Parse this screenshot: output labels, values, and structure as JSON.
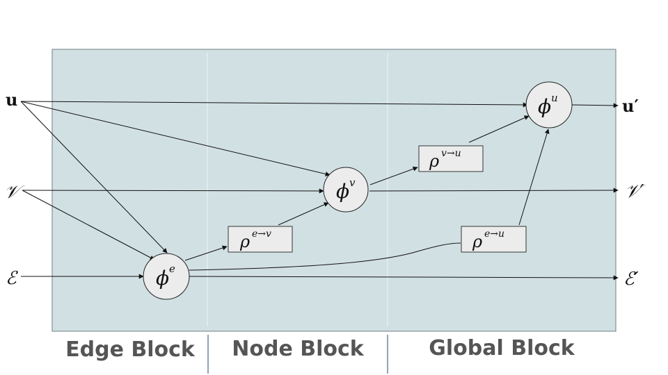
{
  "inputs": {
    "u": "u",
    "v": "𝒱",
    "e": "ℰ"
  },
  "outputs": {
    "u": "u′",
    "v": "𝒱′",
    "e": "ℰ′"
  },
  "functions": {
    "phi": "ϕ",
    "phi_e": "e",
    "phi_v": "v",
    "phi_u": "u",
    "rho": "ρ",
    "rho_ev": "e→v",
    "rho_vu": "v→u",
    "rho_eu": "e→u"
  },
  "blocks": {
    "edge": "Edge Block",
    "node": "Node Block",
    "global": "Global Block"
  },
  "colors": {
    "panel": "#d1e0e3",
    "node_fill": "#ececec",
    "box_fill": "#ececec",
    "stroke": "#111111",
    "divider": "#e9f1f2",
    "divider_bottom": "#4a6684"
  }
}
